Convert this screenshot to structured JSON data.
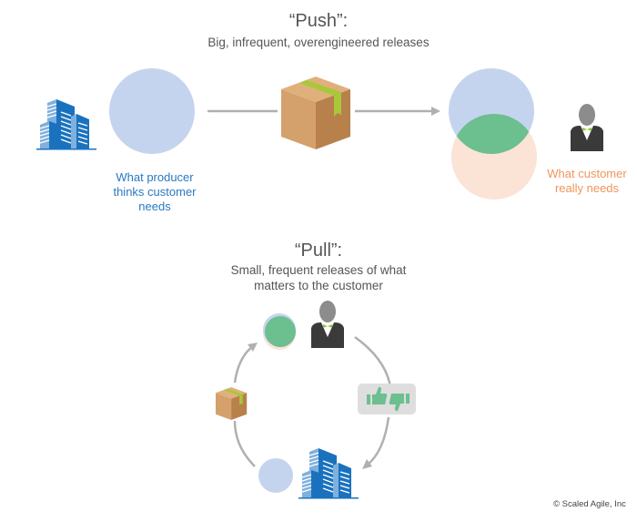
{
  "push": {
    "title": "“Push”:",
    "subtitle": "Big, infrequent, overengineered releases",
    "producer_label_lines": [
      "What producer",
      "thinks customer",
      "needs"
    ],
    "customer_label_lines": [
      "What customer",
      "really needs"
    ]
  },
  "pull": {
    "title": "“Pull”:",
    "subtitle_lines": [
      "Small, frequent releases of what",
      "matters to the customer"
    ],
    "feedback_icons": [
      "thumbs-up-icon",
      "thumbs-down-icon"
    ]
  },
  "footer": {
    "copyright": "© Scaled Agile, Inc"
  },
  "colors": {
    "producer_blue": "#c5d4ee",
    "customer_peach": "#fbe3d6",
    "overlap_green": "#6cbf8e",
    "building_blue": "#1a72be",
    "box_tan": "#d4a06b",
    "box_shade": "#b8814c",
    "tape_green": "#a8c83a",
    "arrow_gray": "#b0b0b0",
    "person_gray": "#8c8c8c",
    "suit_dark": "#3a3a3a"
  }
}
